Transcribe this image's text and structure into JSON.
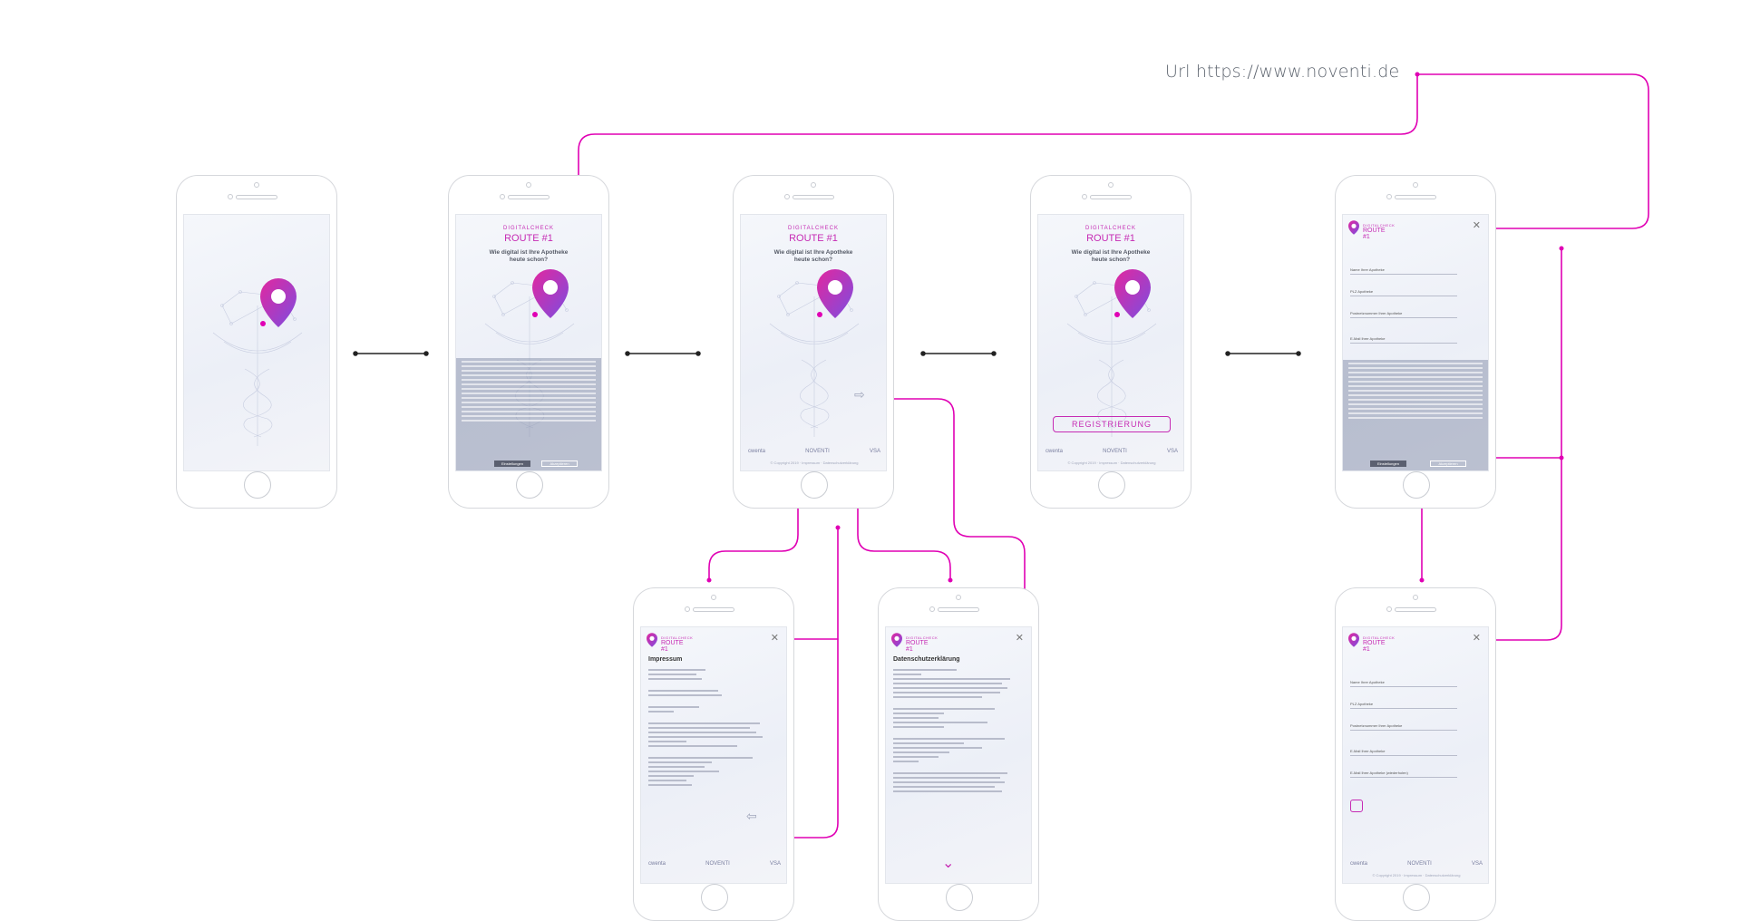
{
  "url_label": "Url https://www.noventi.de",
  "colors": {
    "accent": "#e000b4",
    "line": "#222222"
  },
  "screens": {
    "title_small": "DIGITALCHECK",
    "title_big": "ROUTE #1",
    "subtitle_line1": "Wie digital ist Ihre Apotheke",
    "subtitle_line2": "heute schon?",
    "register_button": "REGISTRIERUNG",
    "cookie_btn_settings": "Einstellungen",
    "cookie_btn_accept": "Akzeptieren",
    "footer_logo_1": "cwenta",
    "footer_logo_2": "NOVENTI",
    "footer_logo_3": "VSA",
    "footer_copy": "© Copyright 2019 · Impressum · Datenschutzerklärung",
    "impressum_heading": "Impressum",
    "datenschutz_heading": "Datenschutzerklärung",
    "form_fields": [
      "Name Ihrer Apotheke",
      "PLZ Apotheke",
      "Postnetznummer Ihrer Apotheke",
      "E-Mail Ihrer Apotheke"
    ],
    "form_fields_b": [
      "Name Ihrer Apotheke",
      "PLZ Apotheke",
      "Postnetznummer Ihrer Apotheke",
      "E-Mail Ihrer Apotheke",
      "E-Mail Ihrer Apotheke (wiederholen)"
    ]
  }
}
